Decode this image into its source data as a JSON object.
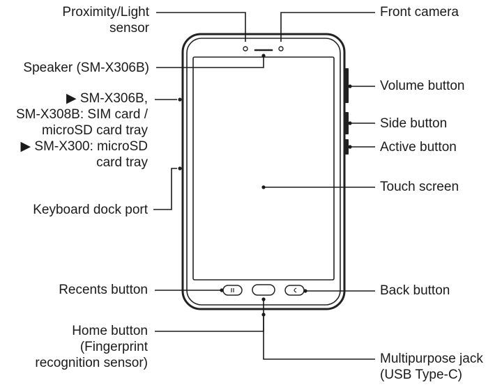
{
  "labels": {
    "proximity": [
      "Proximity/Light",
      "sensor"
    ],
    "speaker": [
      "Speaker (SM-X306B)"
    ],
    "sim_tray": [
      "▶ SM-X306B,",
      "SM-X308B: SIM card /",
      "microSD card tray",
      "▶ SM-X300: microSD",
      "card tray"
    ],
    "keyboard": [
      "Keyboard dock port"
    ],
    "recents": [
      "Recents button"
    ],
    "home": [
      "Home button",
      "(Fingerprint",
      "recognition sensor)"
    ],
    "front_camera": [
      "Front camera"
    ],
    "volume": [
      "Volume button"
    ],
    "side": [
      "Side button"
    ],
    "active": [
      "Active button"
    ],
    "touch": [
      "Touch screen"
    ],
    "back": [
      "Back button"
    ],
    "jack": [
      "Multipurpose jack",
      "(USB Type-C)"
    ]
  },
  "colors": {
    "line": "#1a1a1a",
    "device_outline": "#222222",
    "button_fill": "#222222"
  }
}
